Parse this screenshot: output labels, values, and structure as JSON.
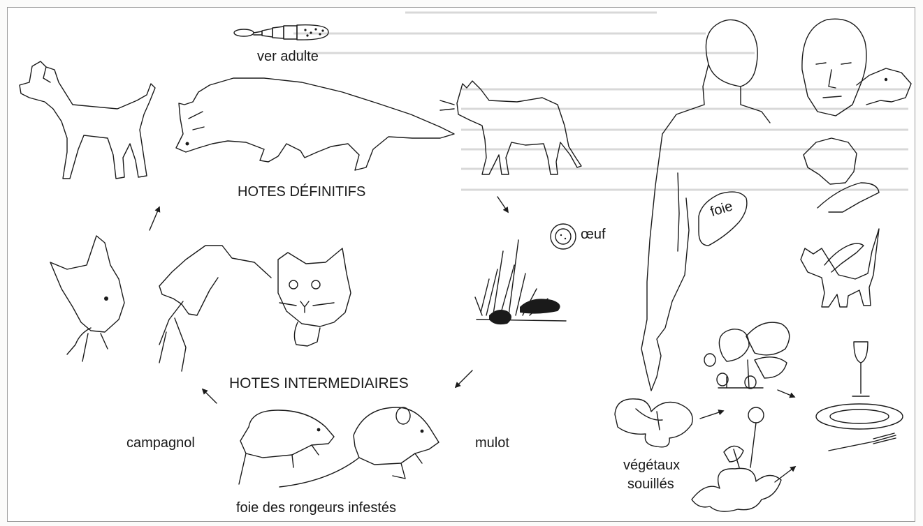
{
  "diagram": {
    "labels": {
      "adult_worm": "ver adulte",
      "definitive_hosts": "HOTES DÉFINITIFS",
      "egg": "œuf",
      "intermediate_hosts": "HOTES INTERMEDIAIRES",
      "vole": "campagnol",
      "wood_mouse": "mulot",
      "rodent_liver": "foie des rongeurs infestés",
      "human_liver": "foie",
      "contaminated_plants_line1": "végétaux",
      "contaminated_plants_line2": "souillés"
    },
    "colors": {
      "ink": "#1a1a1a",
      "background": "#ffffff",
      "paper": "#fbfbfa",
      "show_through": "#d8d8d8"
    },
    "icons": [
      "tapeworm-icon",
      "dog-icon",
      "fox-icon",
      "cat-icon",
      "fox-head-with-rodent-icon",
      "dog-head-with-rodent-icon",
      "cat-head-with-rodent-icon",
      "egg-icon",
      "feces-in-grass-icon",
      "vole-icon",
      "mouse-icon",
      "human-silhouette-icon",
      "liver-icon",
      "woman-face-licked-by-dog-icon",
      "petting-dog-icon",
      "petting-cat-icon",
      "strawberry-plant-icon",
      "lettuce-icon",
      "dandelion-icon",
      "plate-glass-fork-icon",
      "arrow-icon"
    ]
  }
}
